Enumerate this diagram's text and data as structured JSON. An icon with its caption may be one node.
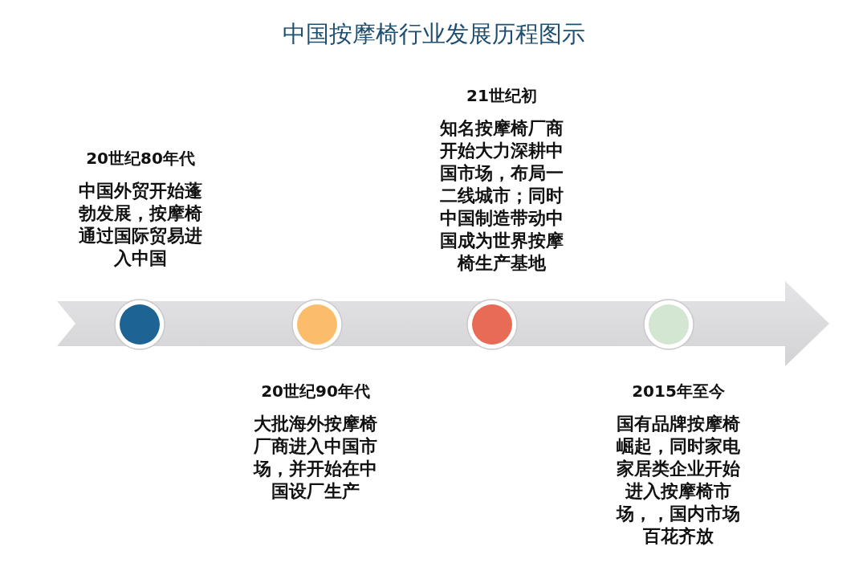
{
  "diagram": {
    "title": "中国按摩椅行业发展历程图示",
    "nodes": [
      {
        "text": [],
        "shape": "circle",
        "beside": [
          "20世纪80年代",
          "中国外贸开始蓬勃发展，按摩椅通过国际贸易进入中国"
        ]
      },
      {
        "text": [],
        "shape": "circle",
        "beside": [
          "20世纪90年代",
          "大批海外按摩椅厂商进入中国市场，并开始在中国设厂生产"
        ]
      },
      {
        "text": [],
        "shape": "circle",
        "beside": [
          "21世纪初",
          "知名按摩椅厂商开始大力深耕中国市场，布局一二线城市；同时中国制造带动中国成为世界按摩椅生产基地"
        ]
      },
      {
        "text": [],
        "shape": "circle",
        "beside": [
          "2015年至今",
          "国有品牌按摩椅崛起，同时家电家居类企业开始进入按摩椅市场，，国内市场百花齐放"
        ]
      }
    ]
  }
}
